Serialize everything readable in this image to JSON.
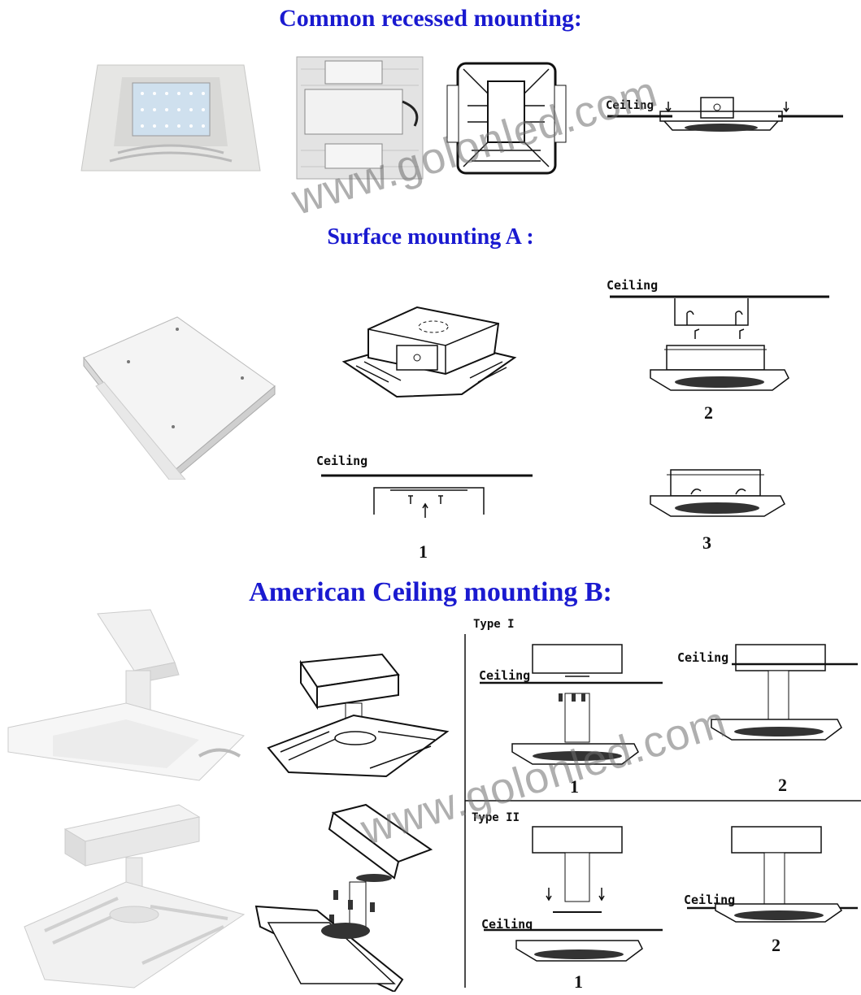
{
  "headings": {
    "recessed": "Common recessed mounting:",
    "surface": "Surface  mounting  A :",
    "american": "American Ceiling  mounting  B:"
  },
  "labels": {
    "ceiling": "Ceiling",
    "type1": "Type I",
    "type2": "Type II"
  },
  "steps": {
    "a1": "1",
    "a2": "2",
    "a3": "3",
    "b1": "1",
    "b2": "2",
    "b3": "1",
    "b4": "2"
  },
  "watermark": "www.golonled.com",
  "colors": {
    "heading": "#1a1ad0",
    "watermark": "#6e6e6e"
  }
}
